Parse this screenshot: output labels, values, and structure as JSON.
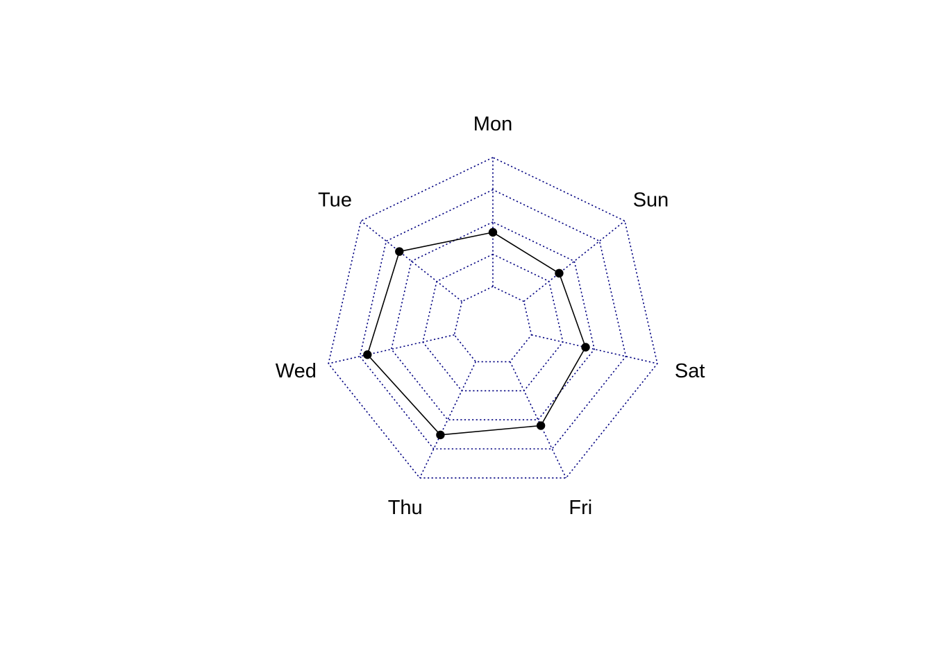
{
  "chart_data": {
    "type": "radar",
    "categories": [
      "Mon",
      "Tue",
      "Wed",
      "Thu",
      "Fri",
      "Sat",
      "Sun"
    ],
    "series": [
      {
        "values": [
          0.42,
          0.62,
          0.69,
          0.63,
          0.55,
          0.43,
          0.35
        ]
      }
    ],
    "range": [
      0,
      1
    ],
    "grid_levels": 5,
    "grid": true,
    "grid_color": "#000080",
    "line_color": "#000000",
    "point_color": "#000000"
  }
}
